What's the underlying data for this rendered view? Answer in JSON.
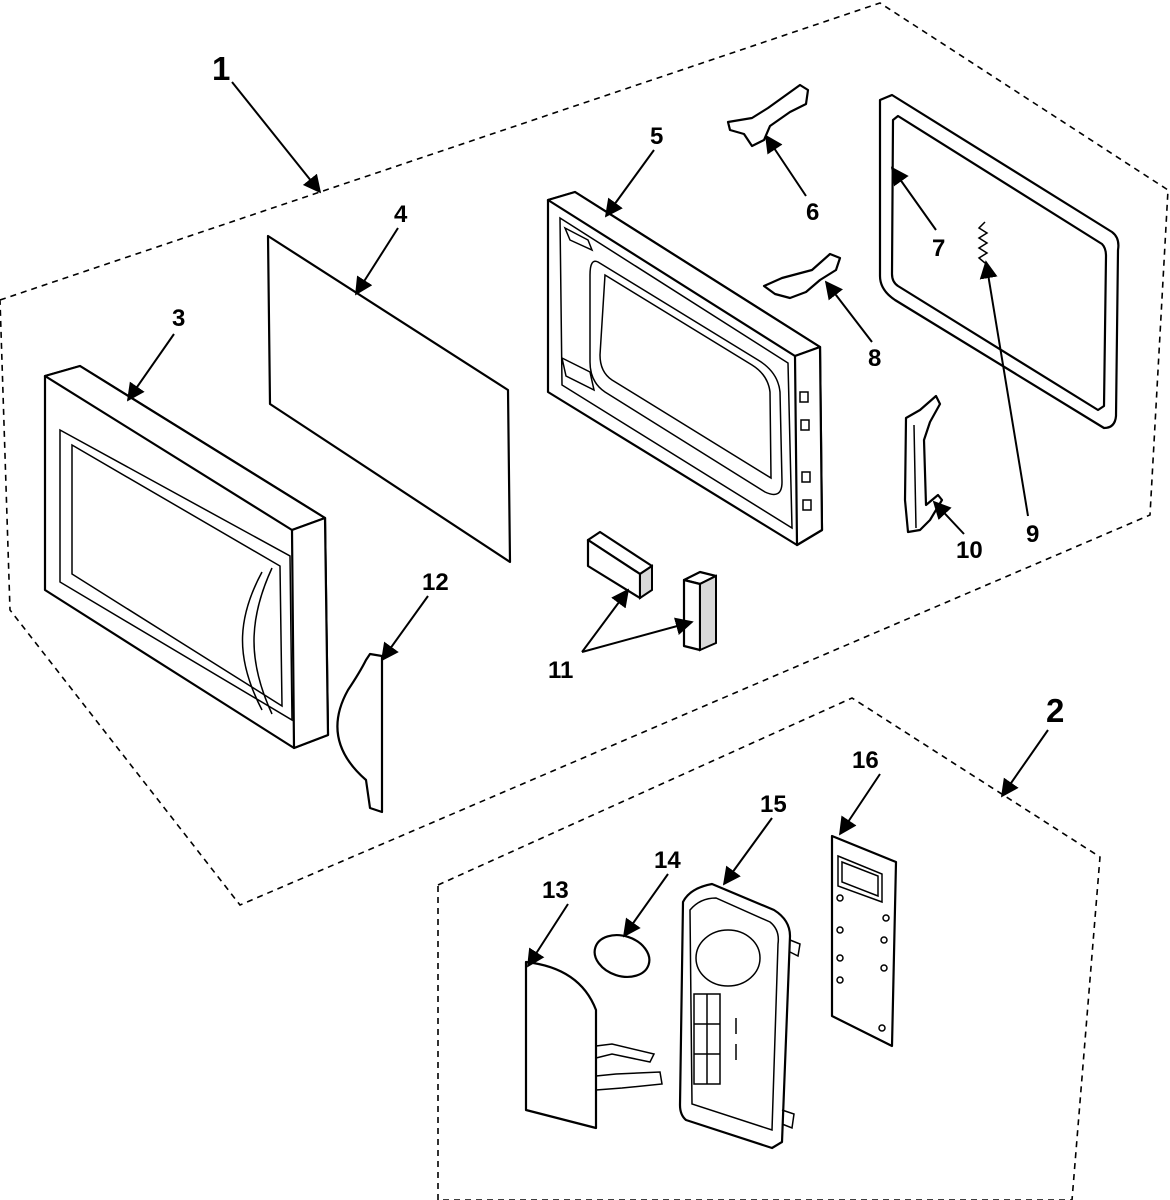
{
  "callouts": {
    "c1": "1",
    "c2": "2",
    "c3": "3",
    "c4": "4",
    "c5": "5",
    "c6": "6",
    "c7": "7",
    "c8": "8",
    "c9": "9",
    "c10": "10",
    "c11": "11",
    "c12": "12",
    "c13": "13",
    "c14": "14",
    "c15": "15",
    "c16": "16"
  },
  "parts": [
    {
      "callout": "1",
      "depiction": "door-assembly-group"
    },
    {
      "callout": "2",
      "depiction": "control-panel-assembly-group"
    },
    {
      "callout": "3",
      "depiction": "door-frame-front"
    },
    {
      "callout": "4",
      "depiction": "door-screen-panel"
    },
    {
      "callout": "5",
      "depiction": "door-inner-frame"
    },
    {
      "callout": "6",
      "depiction": "upper-hinge"
    },
    {
      "callout": "7",
      "depiction": "door-choke-seal"
    },
    {
      "callout": "8",
      "depiction": "lower-hinge"
    },
    {
      "callout": "9",
      "depiction": "spring"
    },
    {
      "callout": "10",
      "depiction": "latch-hook"
    },
    {
      "callout": "11",
      "depiction": "absorber-blocks"
    },
    {
      "callout": "12",
      "depiction": "door-edge-cover"
    },
    {
      "callout": "13",
      "depiction": "membrane-keypad"
    },
    {
      "callout": "14",
      "depiction": "display-window"
    },
    {
      "callout": "15",
      "depiction": "control-panel-housing"
    },
    {
      "callout": "16",
      "depiction": "control-pcb"
    }
  ]
}
